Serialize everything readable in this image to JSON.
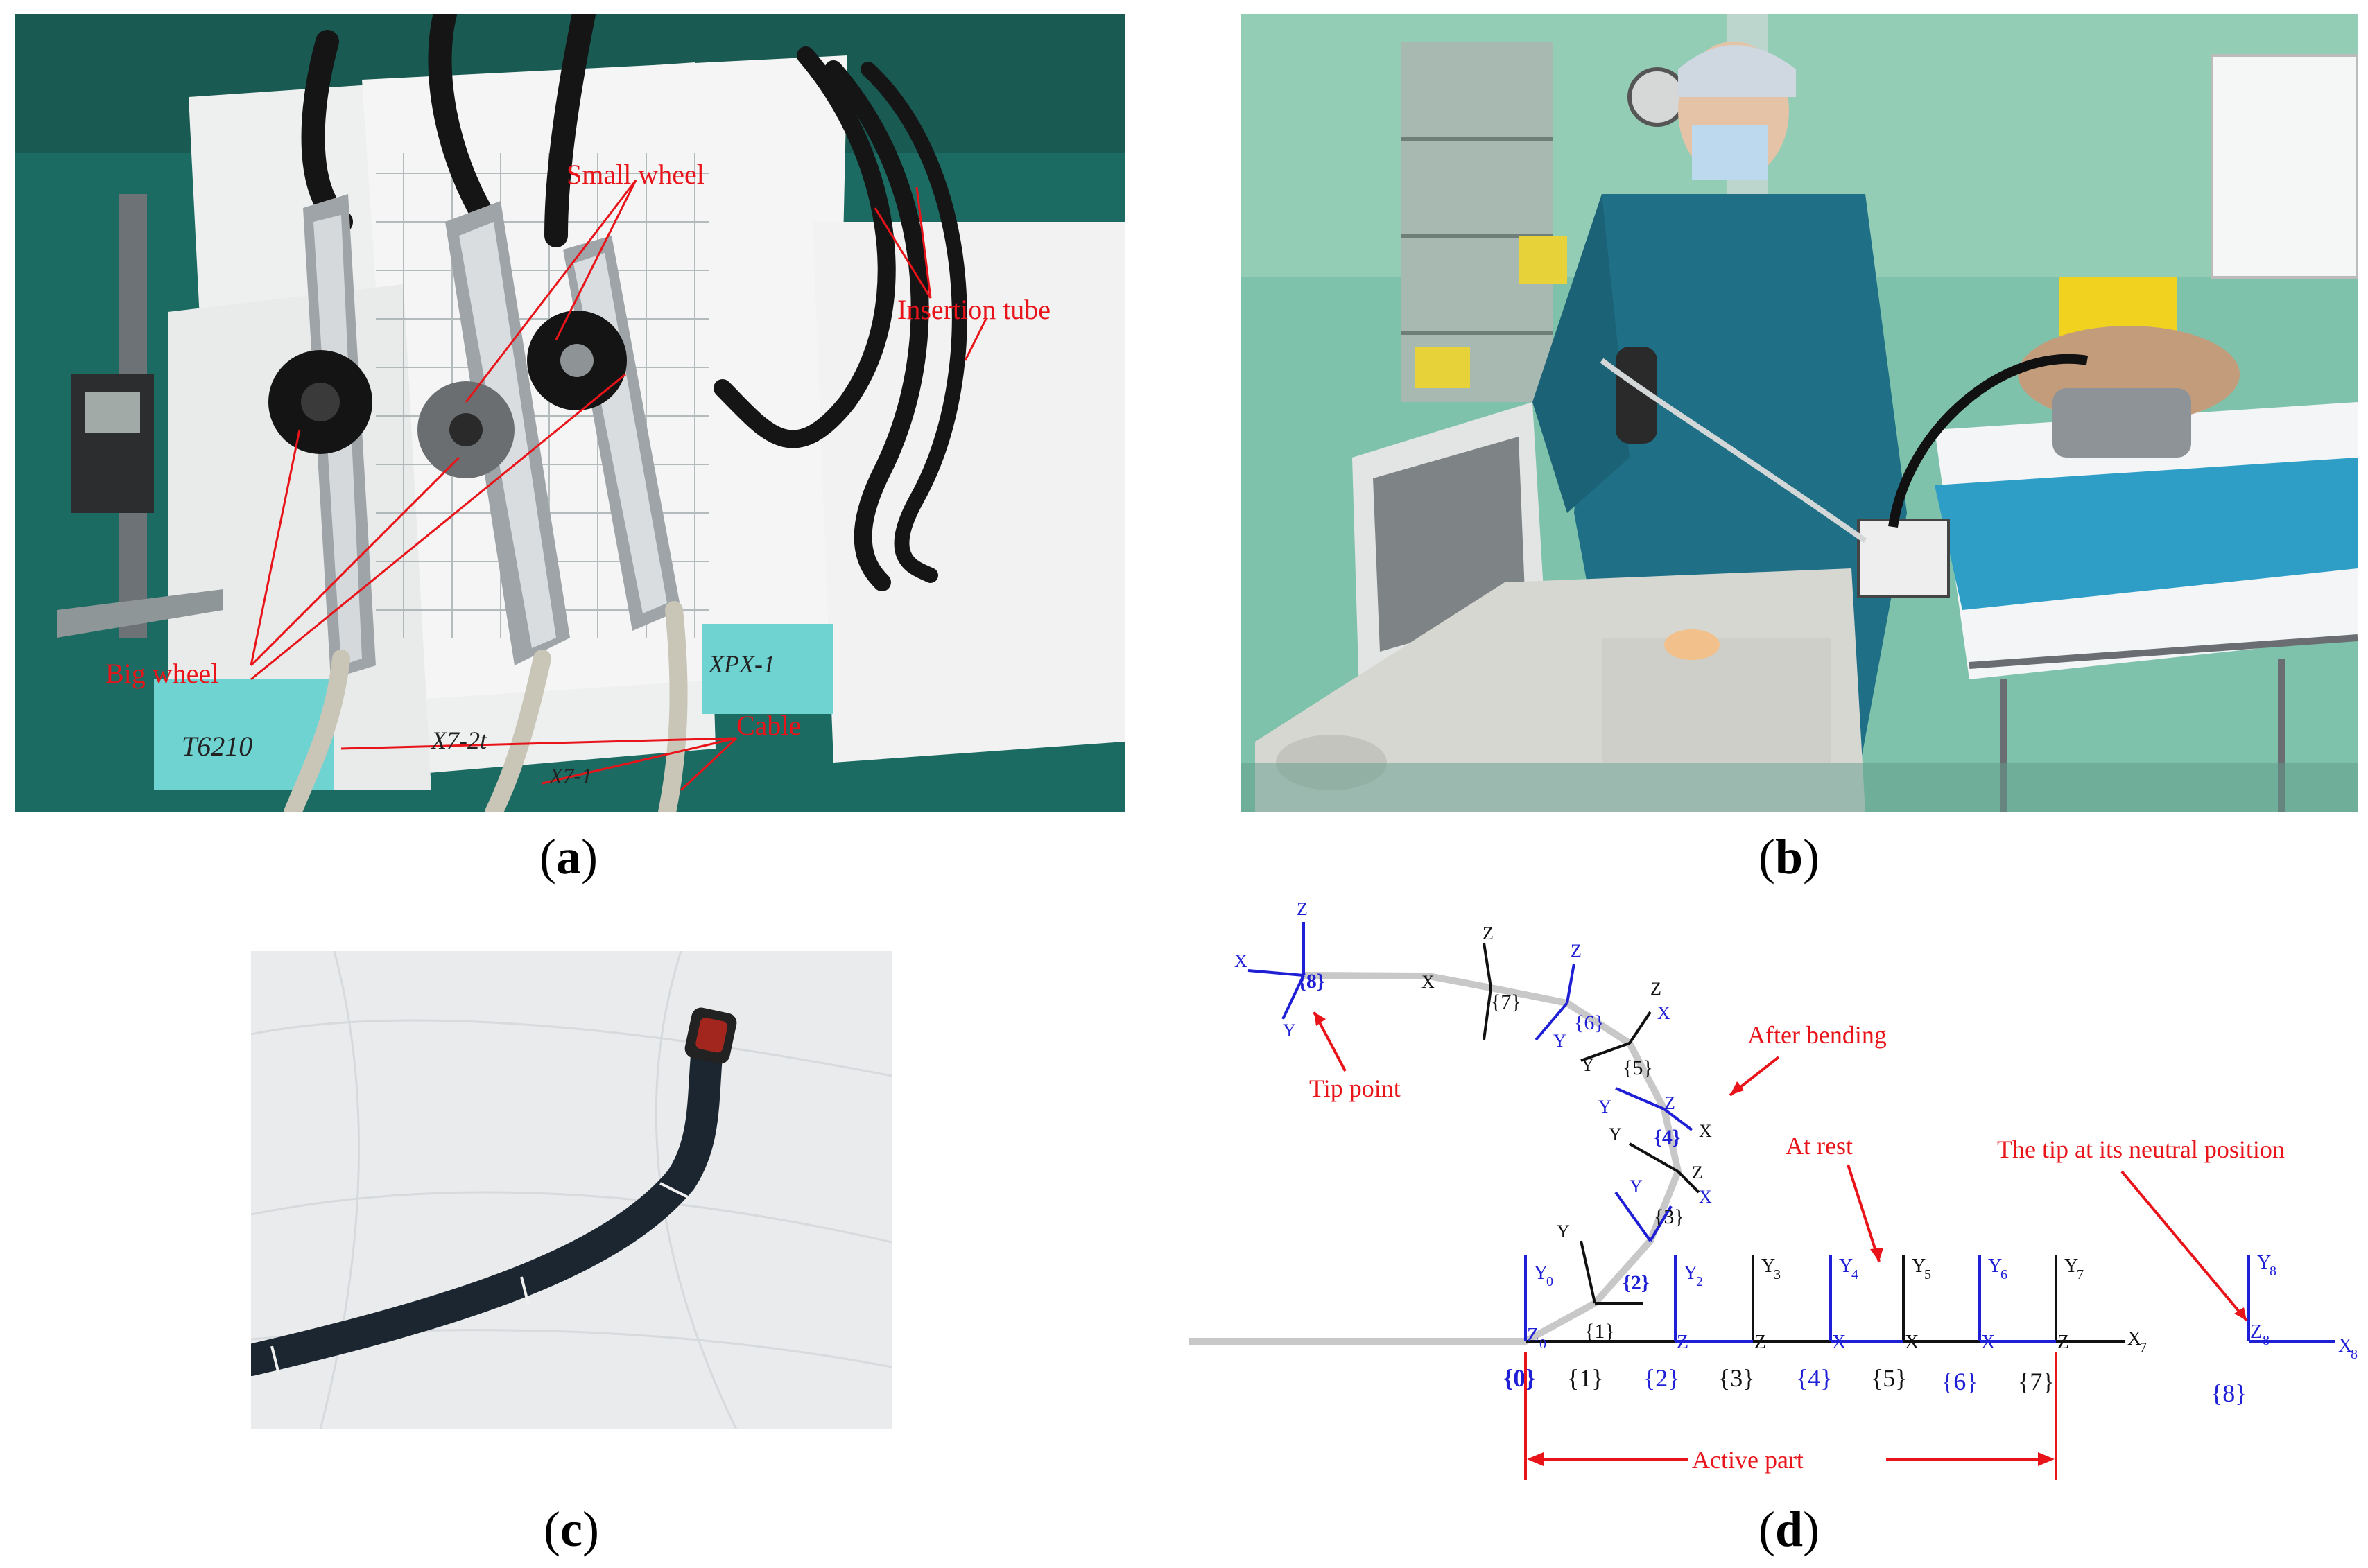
{
  "figure": {
    "panel_a": {
      "caption_letter": "a",
      "labels": {
        "small_wheel": "Small wheel",
        "insertion_tube": "Insertion tube",
        "big_wheel": "Big wheel",
        "cable": "Cable"
      },
      "handwriting": [
        "T6210",
        "X7-2t",
        "X7-1",
        "XPX-1"
      ]
    },
    "panel_b": {
      "caption_letter": "b"
    },
    "panel_c": {
      "caption_letter": "c"
    },
    "panel_d": {
      "caption_letter": "d",
      "annotations": {
        "after_bending": "After bending",
        "tip_point": "Tip point",
        "at_rest": "At rest",
        "tip_neutral": "The tip at its neutral position",
        "active_part": "Active part"
      },
      "frames_rest": [
        "{0}",
        "{1}",
        "{2}",
        "{3}",
        "{4}",
        "{5}",
        "{6}",
        "{7}",
        "{8}"
      ],
      "colors": {
        "blue": "#1f1fd6",
        "black": "#111111",
        "red": "#e8141a",
        "gray": "#c8c8c8"
      }
    }
  }
}
